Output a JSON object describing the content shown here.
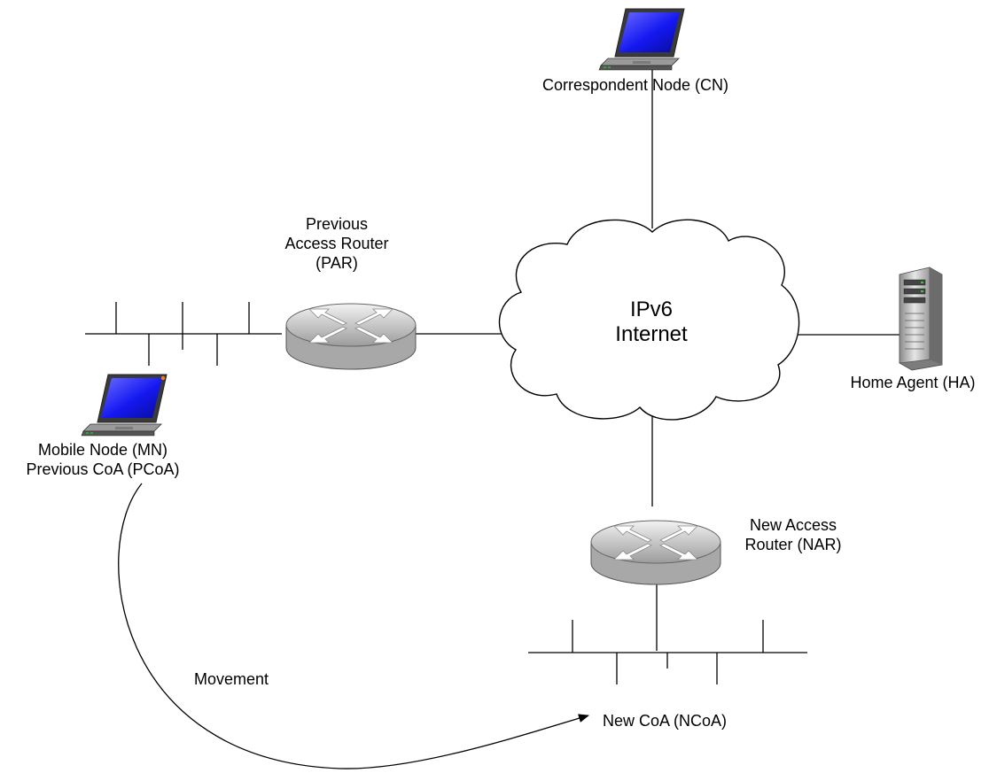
{
  "nodes": {
    "cn": {
      "label": "Correspondent Node (CN)",
      "icon": "laptop-icon"
    },
    "mn": {
      "line1": "Mobile Node (MN)",
      "line2": "Previous CoA (PCoA)",
      "icon": "laptop-icon"
    },
    "ha": {
      "label": "Home Agent (HA)",
      "icon": "server-tower-icon"
    },
    "par": {
      "line1": "Previous",
      "line2": "Access Router",
      "line3": "(PAR)",
      "icon": "router-icon"
    },
    "nar": {
      "line1": "New Access",
      "line2": "Router (NAR)",
      "icon": "router-icon"
    },
    "internet": {
      "line1": "IPv6",
      "line2": "Internet",
      "icon": "cloud-icon"
    },
    "ncoa": {
      "label": "New CoA (NCoA)"
    }
  },
  "movement": {
    "label": "Movement"
  },
  "colors": {
    "laptop_screen": "#1418f0",
    "router_body": "#c8c8c8",
    "server_body": "#b4b4b4",
    "line": "#000000"
  }
}
